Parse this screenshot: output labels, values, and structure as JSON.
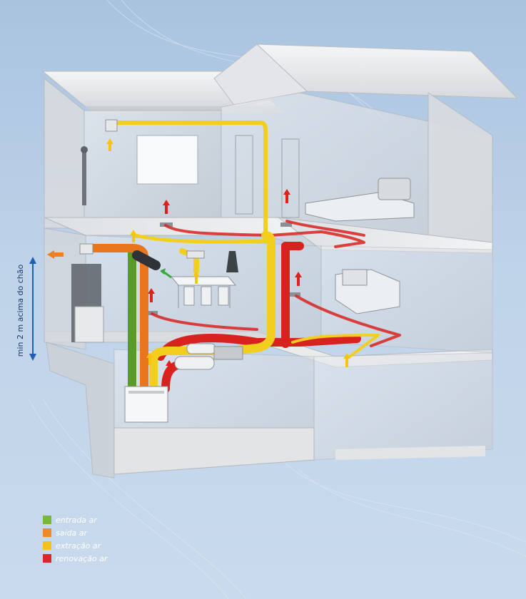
{
  "side_label": "min 2 m acima do chão",
  "legend": [
    {
      "label": "entrada ar",
      "color": "#7ab838"
    },
    {
      "label": "saída ar",
      "color": "#ef8a2a"
    },
    {
      "label": "extração ar",
      "color": "#f2c31c"
    },
    {
      "label": "renovação ar",
      "color": "#d62a2a"
    }
  ],
  "colors": {
    "intake": "#5a9a26",
    "exhaust": "#e9761c",
    "extract": "#f2cf1e",
    "supply": "#d8221f",
    "dimension_arrow": "#1f5fb0",
    "airflow_up_red": "#e0201a",
    "airflow_up_yellow": "#f6c514",
    "airflow_green": "#3aa93a"
  }
}
